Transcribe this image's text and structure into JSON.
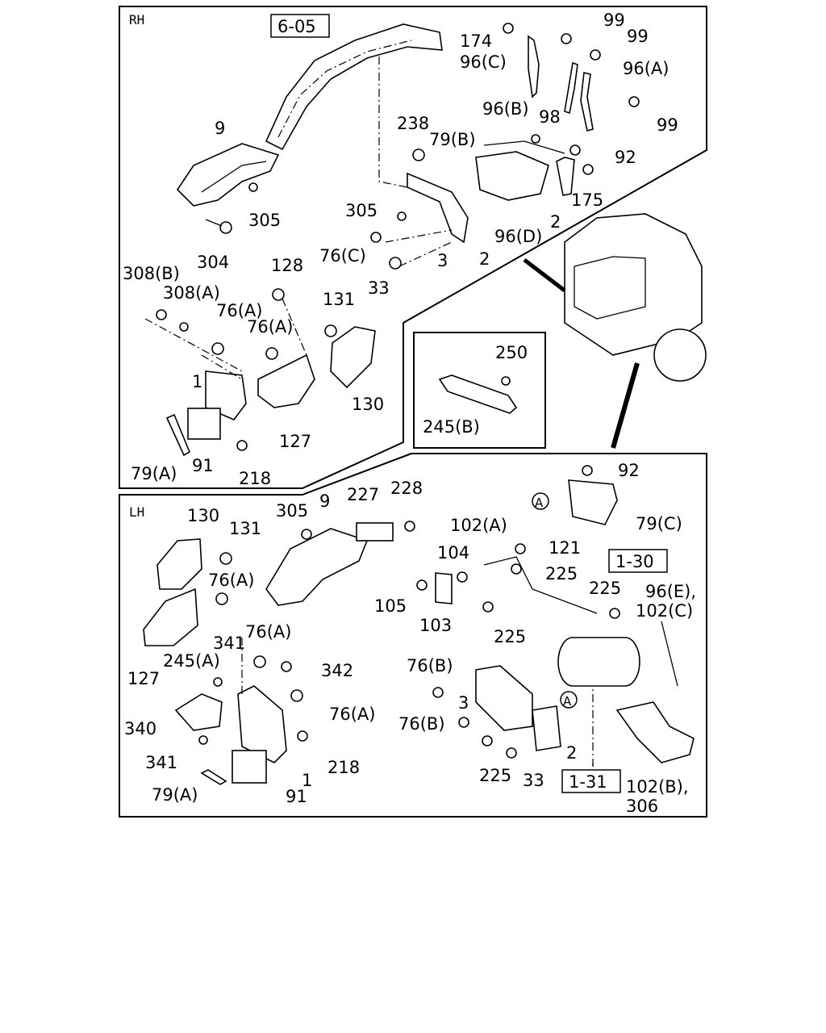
{
  "sections": {
    "rh": "RH",
    "lh": "LH"
  },
  "refs": {
    "r605": "6-05",
    "r130": "1-30",
    "r131": "1-31",
    "circle_a": "A"
  },
  "labels": [
    {
      "id": "rh-99a",
      "text": "99"
    },
    {
      "id": "rh-174",
      "text": "174"
    },
    {
      "id": "rh-99b",
      "text": "99"
    },
    {
      "id": "rh-96c",
      "text": "96(C)"
    },
    {
      "id": "rh-96a",
      "text": "96(A)"
    },
    {
      "id": "rh-96b",
      "text": "96(B)"
    },
    {
      "id": "rh-99c",
      "text": "99"
    },
    {
      "id": "rh-238",
      "text": "238"
    },
    {
      "id": "rh-98",
      "text": "98"
    },
    {
      "id": "rh-79b",
      "text": "79(B)"
    },
    {
      "id": "rh-9",
      "text": "9"
    },
    {
      "id": "rh-92",
      "text": "92"
    },
    {
      "id": "rh-175",
      "text": "175"
    },
    {
      "id": "rh-305a",
      "text": "305"
    },
    {
      "id": "rh-305b",
      "text": "305"
    },
    {
      "id": "rh-2a",
      "text": "2"
    },
    {
      "id": "rh-96d",
      "text": "96(D)"
    },
    {
      "id": "rh-304",
      "text": "304"
    },
    {
      "id": "rh-76c",
      "text": "76(C)"
    },
    {
      "id": "rh-3",
      "text": "3"
    },
    {
      "id": "rh-2b",
      "text": "2"
    },
    {
      "id": "rh-308b",
      "text": "308(B)"
    },
    {
      "id": "rh-128",
      "text": "128"
    },
    {
      "id": "rh-33",
      "text": "33"
    },
    {
      "id": "rh-308a",
      "text": "308(A)"
    },
    {
      "id": "rh-131",
      "text": "131"
    },
    {
      "id": "rh-76a1",
      "text": "76(A)"
    },
    {
      "id": "rh-76a2",
      "text": "76(A)"
    },
    {
      "id": "rh-250",
      "text": "250"
    },
    {
      "id": "rh-1",
      "text": "1"
    },
    {
      "id": "rh-130",
      "text": "130"
    },
    {
      "id": "rh-245b",
      "text": "245(B)"
    },
    {
      "id": "rh-127",
      "text": "127"
    },
    {
      "id": "rh-79a",
      "text": "79(A)"
    },
    {
      "id": "rh-91",
      "text": "91"
    },
    {
      "id": "rh-218",
      "text": "218"
    },
    {
      "id": "lh-130",
      "text": "130"
    },
    {
      "id": "lh-305",
      "text": "305"
    },
    {
      "id": "lh-9",
      "text": "9"
    },
    {
      "id": "lh-227",
      "text": "227"
    },
    {
      "id": "lh-228",
      "text": "228"
    },
    {
      "id": "lh-92",
      "text": "92"
    },
    {
      "id": "lh-131",
      "text": "131"
    },
    {
      "id": "lh-79c",
      "text": "79(C)"
    },
    {
      "id": "lh-102a",
      "text": "102(A)"
    },
    {
      "id": "lh-121",
      "text": "121"
    },
    {
      "id": "lh-104",
      "text": "104"
    },
    {
      "id": "lh-76a1",
      "text": "76(A)"
    },
    {
      "id": "lh-225a",
      "text": "225"
    },
    {
      "id": "lh-225b",
      "text": "225"
    },
    {
      "id": "lh-96e",
      "text": "96(E),"
    },
    {
      "id": "lh-105",
      "text": "105"
    },
    {
      "id": "lh-102c",
      "text": "102(C)"
    },
    {
      "id": "lh-103",
      "text": "103"
    },
    {
      "id": "lh-225c",
      "text": "225"
    },
    {
      "id": "lh-76a2",
      "text": "76(A)"
    },
    {
      "id": "lh-341a",
      "text": "341"
    },
    {
      "id": "lh-342",
      "text": "342"
    },
    {
      "id": "lh-245a",
      "text": "245(A)"
    },
    {
      "id": "lh-127",
      "text": "127"
    },
    {
      "id": "lh-76b1",
      "text": "76(B)"
    },
    {
      "id": "lh-3",
      "text": "3"
    },
    {
      "id": "lh-76a3",
      "text": "76(A)"
    },
    {
      "id": "lh-340",
      "text": "340"
    },
    {
      "id": "lh-76b2",
      "text": "76(B)"
    },
    {
      "id": "lh-218",
      "text": "218"
    },
    {
      "id": "lh-341b",
      "text": "341"
    },
    {
      "id": "lh-2",
      "text": "2"
    },
    {
      "id": "lh-1",
      "text": "1"
    },
    {
      "id": "lh-225d",
      "text": "225"
    },
    {
      "id": "lh-33",
      "text": "33"
    },
    {
      "id": "lh-79a",
      "text": "79(A)"
    },
    {
      "id": "lh-91",
      "text": "91"
    },
    {
      "id": "lh-102b",
      "text": "102(B),"
    },
    {
      "id": "lh-306",
      "text": "306"
    }
  ]
}
